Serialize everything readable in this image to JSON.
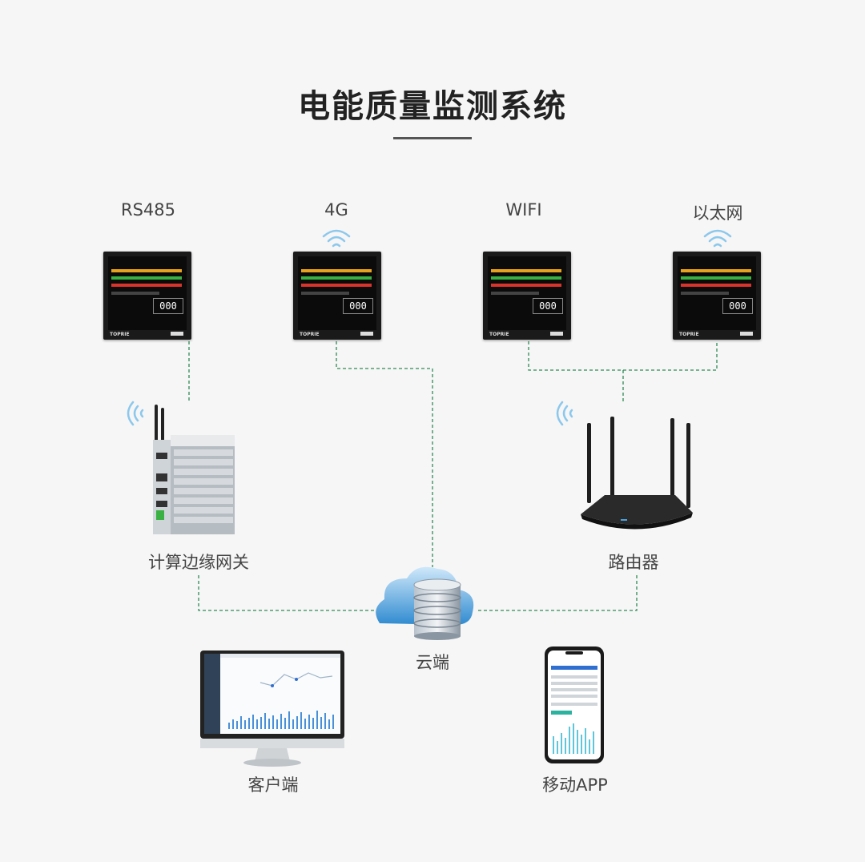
{
  "title": "电能质量监测系统",
  "connections": [
    "RS485",
    "4G",
    "WIFI",
    "以太网"
  ],
  "meters": [
    {
      "readout": "000",
      "brand": "TOPRIE"
    },
    {
      "readout": "000",
      "brand": "TOPRIE"
    },
    {
      "readout": "000",
      "brand": "TOPRIE"
    },
    {
      "readout": "000",
      "brand": "TOPRIE"
    }
  ],
  "nodes": {
    "gateway": "计算边缘网关",
    "router": "路由器",
    "cloud": "云端",
    "client": "客户端",
    "mobile": "移动APP"
  },
  "colors": {
    "link": "#2e8b57",
    "accent": "#4aa3df",
    "title_rule": "#555555"
  }
}
